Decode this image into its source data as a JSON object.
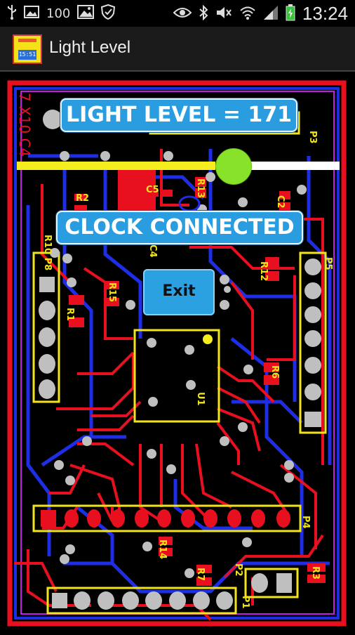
{
  "status_bar": {
    "battery_percent": "100",
    "time": "13:24"
  },
  "app": {
    "title": "Light Level",
    "icon_text": "15:51"
  },
  "light": {
    "label": "LIGHT LEVEL = 171",
    "value_fraction": 0.67
  },
  "clock": {
    "label": "CLOCK CONNECTED"
  },
  "exit_button": {
    "label": "Exit"
  },
  "board": {
    "silkscreen": [
      "7 X10 C4",
      "P3",
      "R2",
      "C5",
      "R13",
      "C2",
      "P5",
      "R10 P8",
      "C4",
      "R12",
      "R15",
      "R1",
      "U1",
      "R6",
      "P4",
      "R14",
      "P2",
      "R3",
      "R7",
      "P1"
    ]
  },
  "colors": {
    "trace_red": "#e8101e",
    "trace_blue": "#1e2ee6",
    "silk_yellow": "#f2e41a",
    "pad_gray": "#bfbfbf",
    "button_blue": "#2ba1e2",
    "slider_yellow": "#f5ee1e",
    "slider_thumb": "#88e22a"
  }
}
